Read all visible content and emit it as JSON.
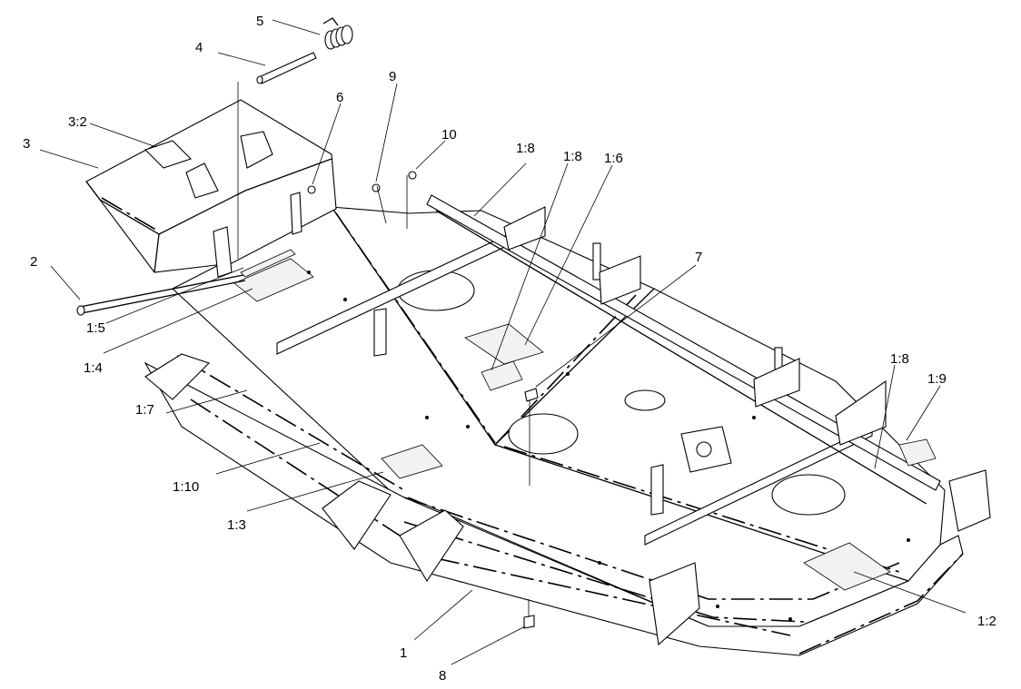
{
  "diagram": {
    "parts": [
      {
        "id": "deck-shell",
        "label": "1"
      },
      {
        "id": "decal-1-2",
        "label": "1:2"
      },
      {
        "id": "decal-1-3",
        "label": "1:3"
      },
      {
        "id": "decal-1-4",
        "label": "1:4"
      },
      {
        "id": "decal-1-5",
        "label": "1:5"
      },
      {
        "id": "decal-1-6",
        "label": "1:6"
      },
      {
        "id": "decal-1-7",
        "label": "1:7"
      },
      {
        "id": "decal-1-8a",
        "label": "1:8"
      },
      {
        "id": "decal-1-8b",
        "label": "1:8"
      },
      {
        "id": "decal-1-8c",
        "label": "1:8"
      },
      {
        "id": "decal-1-9",
        "label": "1:9"
      },
      {
        "id": "decal-1-10",
        "label": "1:10"
      },
      {
        "id": "rod",
        "label": "2"
      },
      {
        "id": "chute",
        "label": "3"
      },
      {
        "id": "chute-decal",
        "label": "3:2"
      },
      {
        "id": "pin",
        "label": "4"
      },
      {
        "id": "spring",
        "label": "5"
      },
      {
        "id": "nut-6",
        "label": "6"
      },
      {
        "id": "bolt-7",
        "label": "7"
      },
      {
        "id": "bolt-8",
        "label": "8"
      },
      {
        "id": "nut-9",
        "label": "9"
      },
      {
        "id": "nut-10",
        "label": "10"
      }
    ]
  }
}
